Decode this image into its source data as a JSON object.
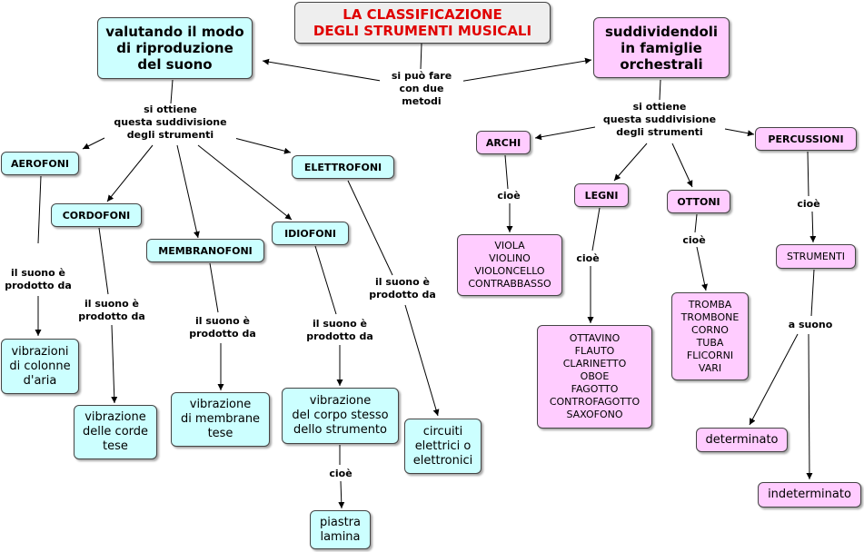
{
  "title": "LA CLASSIFICAZIONE\nDEGLI STRUMENTI MUSICALI",
  "method_left": "valutando il modo\ndi riproduzione\ndel suono",
  "method_right": "suddividendoli\nin famiglie\norchestrali",
  "link_center": "si può fare\ncon due\nmetodi",
  "link_left_division": "si ottiene\nquesta suddivisione\ndegli strumenti",
  "link_right_division": "si ottiene\nquesta suddivisione\ndegli strumenti",
  "left": {
    "aerofoni": "AEROFONI",
    "cordofoni": "CORDOFONI",
    "membranofoni": "MEMBRANOFONI",
    "idiofoni": "IDIOFONI",
    "elettrofoni": "ELETTROFONI",
    "prodotto_label": "il suono è\nprodotto da",
    "vibr_aria": "vibrazioni\ndi colonne\nd'aria",
    "vibr_corde": "vibrazione\ndelle corde\ntese",
    "vibr_membrane": "vibrazione\ndi membrane\ntese",
    "vibr_corpo": "vibrazione\ndel corpo stesso\ndello strumento",
    "cioe": "cioè",
    "piastra": "piastra\nlamina",
    "circuiti": "circuiti\nelettrici o\nelettronici"
  },
  "right": {
    "archi": "ARCHI",
    "legni": "LEGNI",
    "ottoni": "OTTONI",
    "percussioni": "PERCUSSIONI",
    "cioe": "cioè",
    "archi_list": "VIOLA\nVIOLINO\nVIOLONCELLO\nCONTRABBASSO",
    "legni_list": "OTTAVINO\nFLAUTO\nCLARINETTO\nOBOE\nFAGOTTO\nCONTROFAGOTTO\nSAXOFONO",
    "ottoni_list": "TROMBA\nTROMBONE\nCORNO\nTUBA\nFLICORNI\nVARI",
    "strumenti": "STRUMENTI",
    "a_suono": "a suono",
    "determinato": "determinato",
    "indeterminato": "indeterminato"
  },
  "colors": {
    "title_text": "#e00000",
    "cyan_node": "#ccffff",
    "pink_node": "#ffccff",
    "title_node": "#eeeeee"
  }
}
